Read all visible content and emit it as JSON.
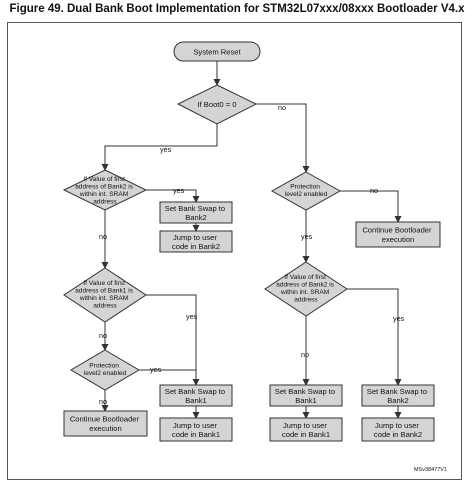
{
  "figure": {
    "title": "Figure 49. Dual Bank Boot Implementation for STM32L07xxx/08xxx Bootloader V4.x",
    "code": "MSv38477V1"
  },
  "nodes": {
    "start": {
      "text": "System Reset"
    },
    "boot0": {
      "text": "If Boot0 = 0"
    },
    "bank2_addr_left": {
      "lines": [
        "If Value of first",
        "address of Bank2 is",
        "within int. SRAM",
        "address"
      ]
    },
    "set_swap_bank2": {
      "lines": [
        "Set Bank Swap to",
        "Bank2"
      ]
    },
    "jump_bank2_left": {
      "lines": [
        "Jump to user",
        "code in Bank2"
      ]
    },
    "bank1_addr": {
      "lines": [
        "If Value of first",
        "address of Bank1 is",
        "within int. SRAM",
        "address"
      ]
    },
    "protection_left": {
      "lines": [
        "Protection",
        "level2 enabled"
      ]
    },
    "continue_left": {
      "lines": [
        "Continue Bootloader",
        "execution"
      ]
    },
    "set_swap_bank1_left": {
      "lines": [
        "Set Bank Swap to",
        "Bank1"
      ]
    },
    "jump_bank1_left": {
      "lines": [
        "Jump to user",
        "code in Bank1"
      ]
    },
    "protection_right": {
      "lines": [
        "Protection",
        "level2 enabled"
      ]
    },
    "continue_right": {
      "lines": [
        "Continue Bootloader",
        "execution"
      ]
    },
    "bank2_addr_right": {
      "lines": [
        "If Value of first",
        "address of Bank2 is",
        "within int. SRAM",
        "address"
      ]
    },
    "set_swap_bank1_right": {
      "lines": [
        "Set Bank Swap to",
        "Bank1"
      ]
    },
    "jump_bank1_right": {
      "lines": [
        "Jump to user",
        "code in Bank1"
      ]
    },
    "set_swap_bank2_right": {
      "lines": [
        "Set Bank Swap to",
        "Bank2"
      ]
    },
    "jump_bank2_right": {
      "lines": [
        "Jump to user",
        "code in Bank2"
      ]
    }
  },
  "edges": {
    "yes": "yes",
    "no": "no"
  }
}
